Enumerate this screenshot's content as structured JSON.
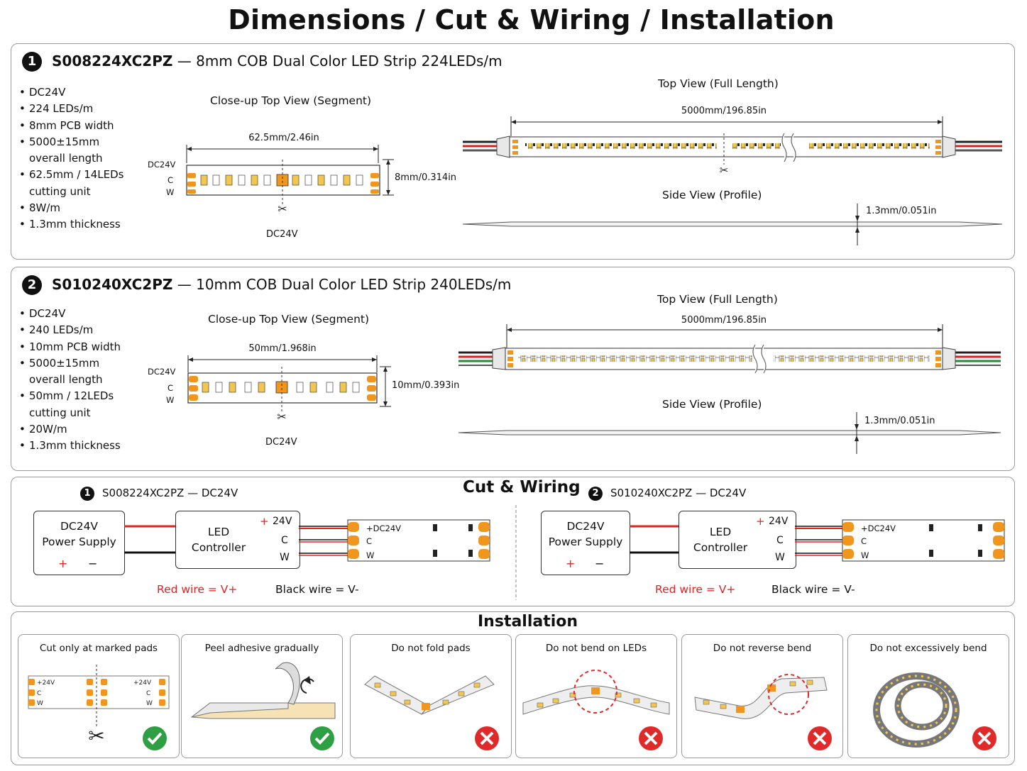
{
  "page_title": "Dimensions / Cut & Wiring / Installation",
  "products": [
    {
      "badge": "1",
      "code": "S008224XC2PZ",
      "desc": "— 8mm COB Dual Color LED Strip 224LEDs/m",
      "specs": [
        "DC24V",
        "224 LEDs/m",
        "8mm PCB width",
        "5000±15mm",
        "overall length",
        "62.5mm / 14LEDs",
        "cutting unit",
        "8W/m",
        "1.3mm thickness"
      ],
      "closeup_title": "Close-up Top View (Segment)",
      "segment_length": "62.5mm/2.46in",
      "width": "8mm/0.314in",
      "pad_labels": [
        "DC24V",
        "C",
        "W"
      ],
      "voltage_label": "DC24V",
      "top_view_title": "Top View (Full Length)",
      "full_length": "5000mm/196.85in",
      "side_view_title": "Side View (Profile)",
      "thickness": "1.3mm/0.051in"
    },
    {
      "badge": "2",
      "code": "S010240XC2PZ",
      "desc": "— 10mm COB Dual Color LED Strip 240LEDs/m",
      "specs": [
        "DC24V",
        "240 LEDs/m",
        "10mm PCB width",
        "5000±15mm",
        "overall length",
        "50mm / 12LEDs",
        "cutting unit",
        "20W/m",
        "1.3mm thickness"
      ],
      "closeup_title": "Close-up Top View (Segment)",
      "segment_length": "50mm/1.968in",
      "width": "10mm/0.393in",
      "pad_labels": [
        "DC24V",
        "C",
        "W"
      ],
      "voltage_label": "DC24V",
      "top_view_title": "Top View (Full Length)",
      "full_length": "5000mm/196.85in",
      "side_view_title": "Side View (Profile)",
      "thickness": "1.3mm/0.051in"
    }
  ],
  "wiring": {
    "title": "Cut & Wiring",
    "diagrams": [
      {
        "badge": "1",
        "label": "S008224XC2PZ — DC24V"
      },
      {
        "badge": "2",
        "label": "S010240XC2PZ — DC24V"
      }
    ],
    "psu_line1": "DC24V",
    "psu_line2": "Power Supply",
    "psu_plus": "+",
    "psu_minus": "−",
    "ctrl_line1": "LED",
    "ctrl_line2": "Controller",
    "ctrl_plus": "+",
    "ctrl_24v": "24V",
    "ctrl_c": "C",
    "ctrl_w": "W",
    "strip_plus": "+DC24V",
    "strip_c": "C",
    "strip_w": "W",
    "red_note": "Red wire = V+",
    "black_note": "Black wire = V-"
  },
  "installation": {
    "title": "Installation",
    "cards": [
      {
        "caption": "Cut only at marked pads",
        "status": "ok"
      },
      {
        "caption": "Peel adhesive gradually",
        "status": "ok"
      },
      {
        "caption": "Do not fold pads",
        "status": "bad"
      },
      {
        "caption": "Do not bend on LEDs",
        "status": "bad"
      },
      {
        "caption": "Do not reverse bend",
        "status": "bad"
      },
      {
        "caption": "Do not excessively bend",
        "status": "bad"
      }
    ],
    "pad_labels": [
      "+24V",
      "C",
      "W"
    ]
  },
  "colors": {
    "accent_orange": "#f0961e",
    "ok_green": "#2ea043",
    "bad_red": "#e02a2a",
    "wire_red": "#e52222"
  }
}
